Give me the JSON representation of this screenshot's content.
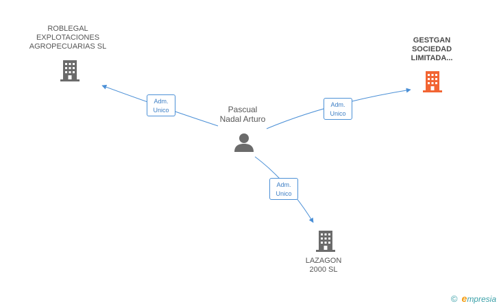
{
  "nodes": {
    "center": {
      "lines": [
        "Pascual",
        "Nadal Arturo"
      ]
    },
    "roblegal": {
      "lines": [
        "ROBLEGAL",
        "EXPLOTACIONES",
        "AGROPECUARIAS SL"
      ]
    },
    "gestgan": {
      "lines": [
        "GESTGAN",
        "SOCIEDAD",
        "LIMITADA..."
      ]
    },
    "lazagon": {
      "lines": [
        "LAZAGON",
        "2000  SL"
      ]
    }
  },
  "edges": {
    "to_roblegal": {
      "line1": "Adm.",
      "line2": "Unico"
    },
    "to_gestgan": {
      "line1": "Adm.",
      "line2": "Unico"
    },
    "to_lazagon": {
      "line1": "Adm.",
      "line2": "Unico"
    }
  },
  "colors": {
    "edge": "#4a8fd6",
    "building_gray": "#6b6b6b",
    "building_highlight": "#f26533",
    "person": "#6b6b6b"
  },
  "footer": {
    "copyright_symbol": "©",
    "brand_initial": "e",
    "brand_rest": "mpresia"
  }
}
